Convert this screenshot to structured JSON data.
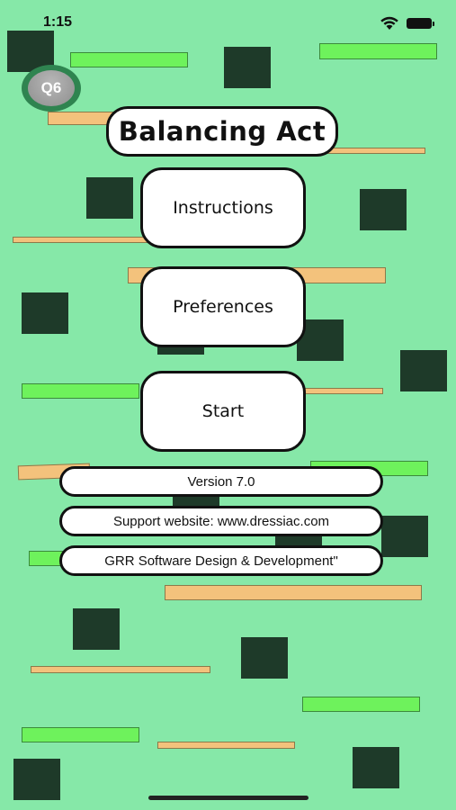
{
  "status_bar": {
    "time": "1:15"
  },
  "badge": {
    "label": "Q6"
  },
  "title": "Balancing Act",
  "menu": {
    "instructions": "Instructions",
    "preferences": "Preferences",
    "start": "Start"
  },
  "info": {
    "version": "Version 7.0",
    "support": "Support website: www.dressiac.com",
    "company": "GRR Software Design & Development\""
  },
  "colors": {
    "background": "#86e8a8",
    "square": "#1e3a29",
    "green_bar": "#6ef25c",
    "orange_bar": "#f3c27c",
    "badge_ring": "#2f8450"
  }
}
